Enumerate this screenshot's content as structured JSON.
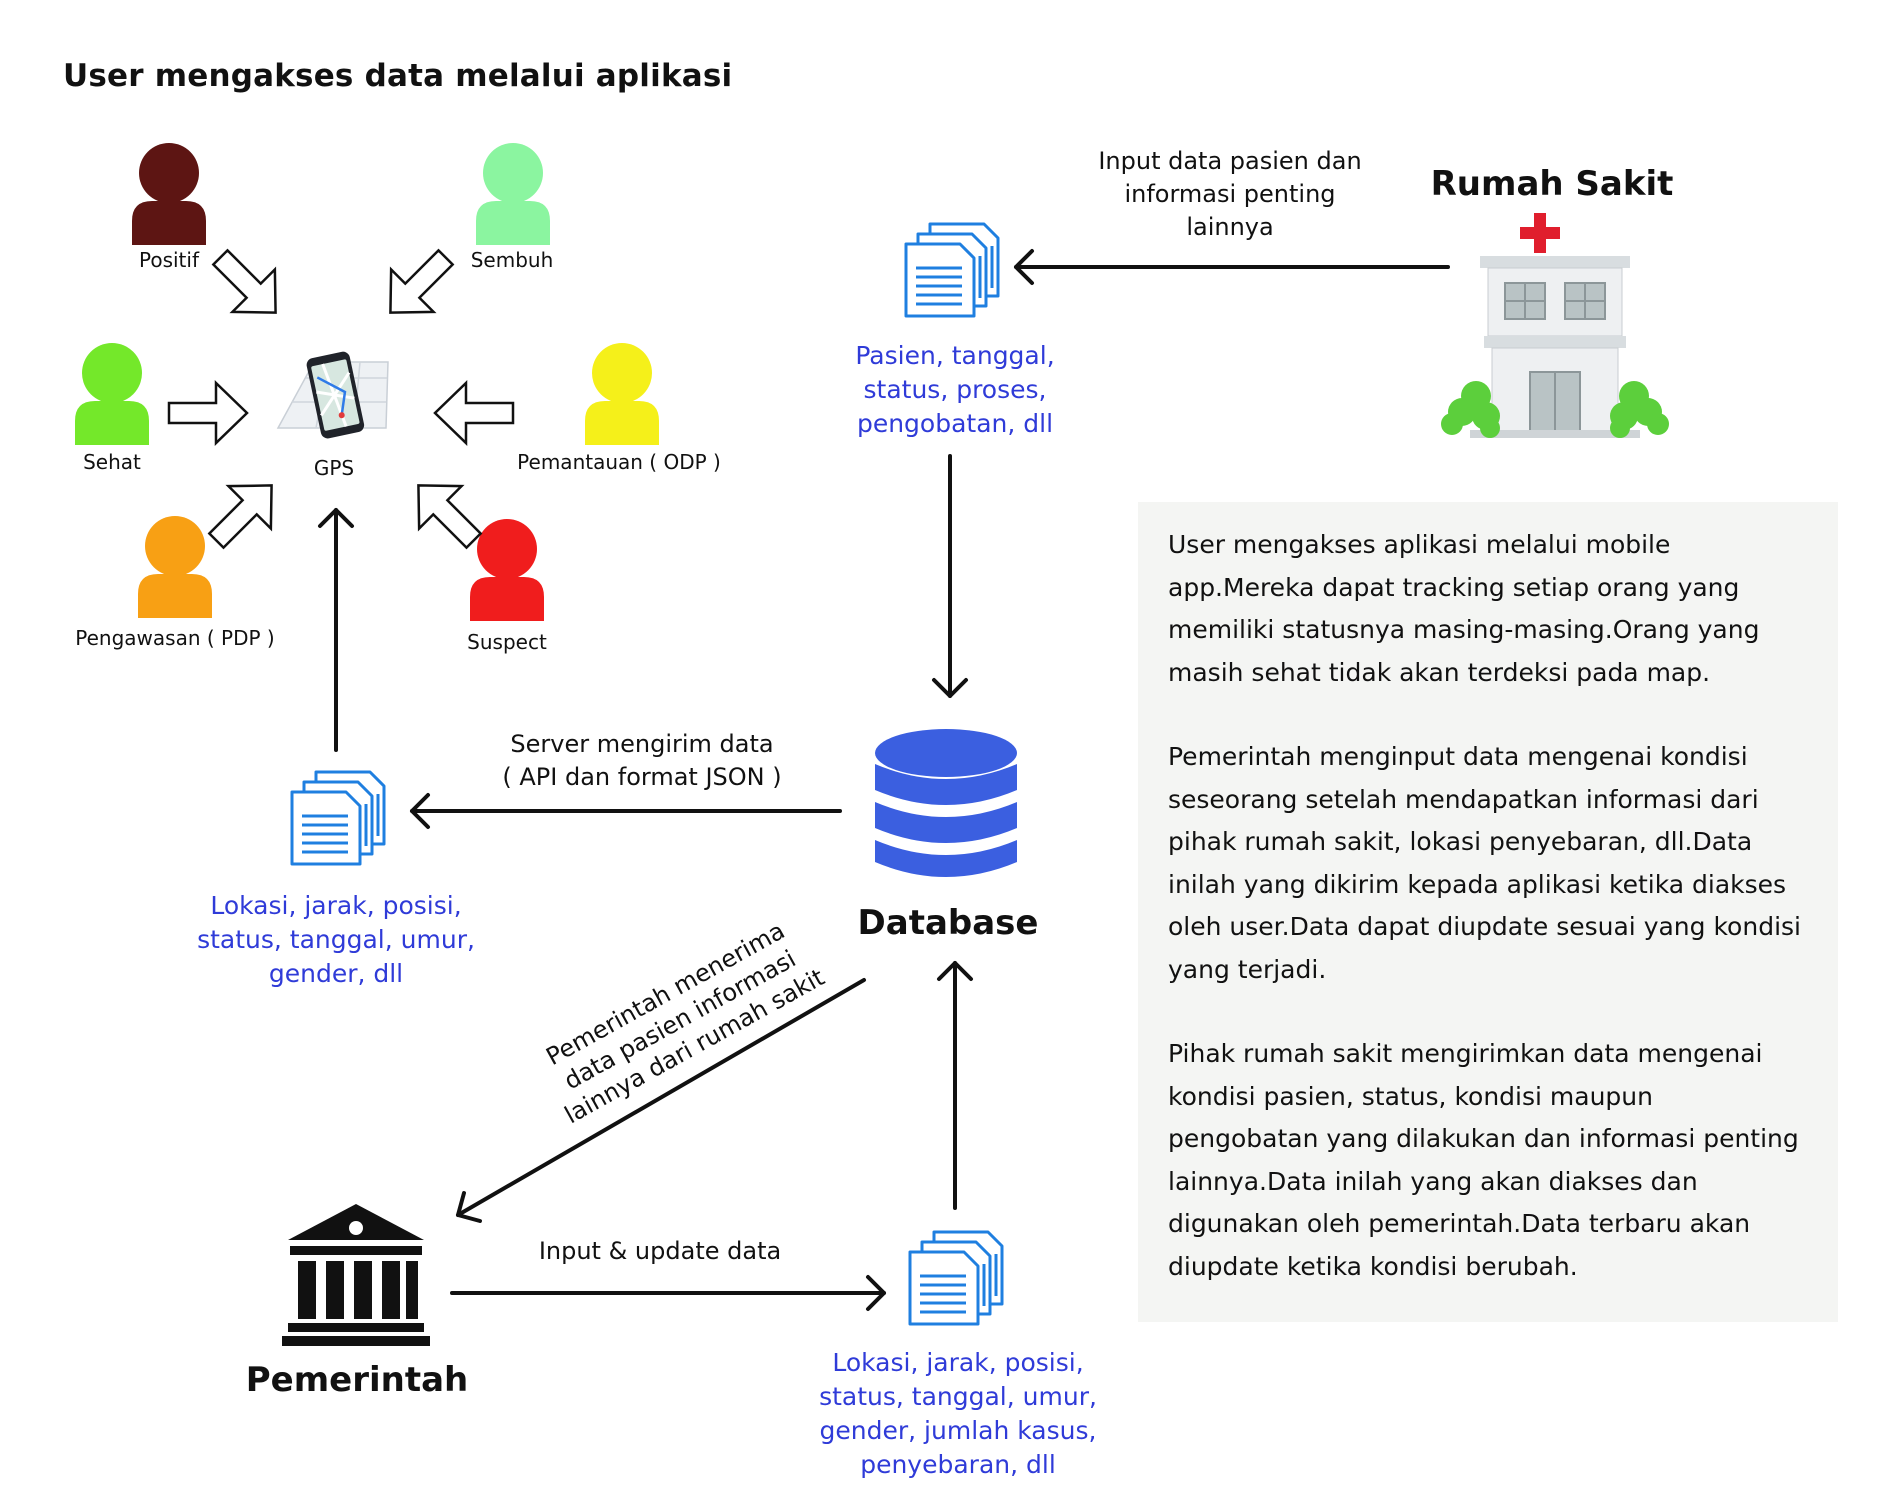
{
  "title": "User mengakses data melalui aplikasi",
  "statuses": {
    "positif": {
      "label": "Positif",
      "color": "#5d1513"
    },
    "sembuh": {
      "label": "Sembuh",
      "color": "#8bf5a0"
    },
    "sehat": {
      "label": "Sehat",
      "color": "#74e82a"
    },
    "pemantauan": {
      "label": "Pemantauan ( ODP )",
      "color": "#f5f01a"
    },
    "pengawasan": {
      "label": "Pengawasan ( PDP )",
      "color": "#f8a014"
    },
    "suspect": {
      "label": "Suspect",
      "color": "#f01d1d"
    }
  },
  "gps": {
    "label": "GPS",
    "icon": "smartphone-map-icon"
  },
  "hospital": {
    "label": "Rumah Sakit",
    "flow_label": [
      "Input data pasien dan",
      "informasi penting",
      "lainnya"
    ],
    "doc_items": [
      "Pasien, tanggal,",
      "status, proses,",
      "pengobatan, dll"
    ]
  },
  "database": {
    "label": "Database",
    "color": "#3b5fe0"
  },
  "server": {
    "flow_label": [
      "Server mengirim data",
      "( API dan format JSON )"
    ],
    "doc_items": [
      "Lokasi, jarak, posisi,",
      "status, tanggal, umur,",
      "gender, dll"
    ]
  },
  "government": {
    "label": "Pemerintah",
    "receive_label": [
      "Pemerintah menerima",
      "data pasien informasi",
      "lainnya dari rumah sakit"
    ],
    "input_label": "Input & update data",
    "doc_items": [
      "Lokasi, jarak, posisi,",
      "status, tanggal, umur,",
      "gender, jumlah kasus,",
      "penyebaran, dll"
    ]
  },
  "info": [
    "User mengakses aplikasi melalui mobile app.Mereka dapat tracking setiap orang yang memiliki statusnya masing-masing.Orang yang masih sehat tidak akan terdeksi pada map.",
    "Pemerintah menginput data mengenai kondisi seseorang setelah mendapatkan informasi dari pihak rumah sakit, lokasi penyebaran, dll.Data inilah yang dikirim kepada aplikasi ketika diakses oleh user.Data dapat diupdate sesuai yang kondisi yang terjadi.",
    "Pihak rumah sakit mengirimkan data mengenai kondisi pasien, status, kondisi maupun pengobatan yang dilakukan dan informasi penting lainnya.Data inilah yang akan diakses dan digunakan oleh pemerintah.Data terbaru akan diupdate ketika kondisi berubah."
  ],
  "colors": {
    "accent_blue": "#2f3bd8",
    "doc_blue": "#1f7fe0",
    "text": "#111111"
  }
}
